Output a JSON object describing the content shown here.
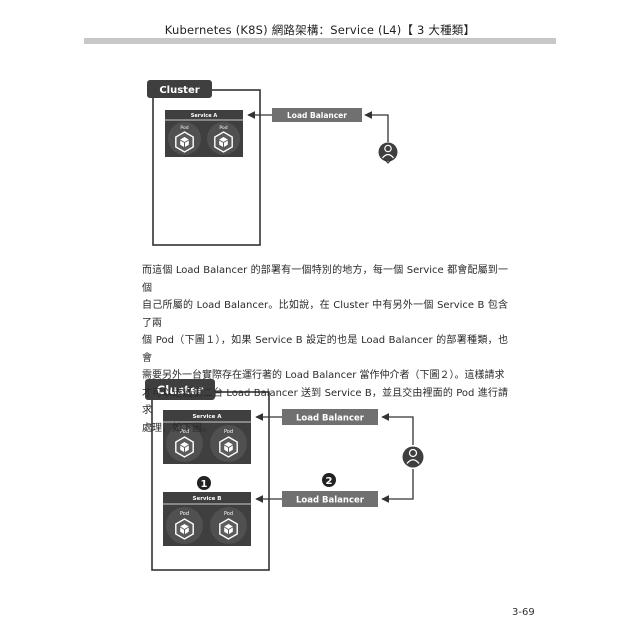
{
  "header": {
    "title": "Kubernetes (K8S) 網路架構：Service (L4)【 3 大種類】"
  },
  "diagram1": {
    "cluster_label": "Cluster",
    "service_label": "Service A",
    "pod_label_1": "Pod",
    "pod_label_2": "Pod",
    "load_balancer_label": "Load Balancer"
  },
  "paragraph": {
    "lines": [
      "而這個 Load Balancer 的部署有一個特別的地方，每一個 Service 都會配屬到一個",
      "自己所屬的 Load Balancer。比如說，在 Cluster 中有另外一個 Service B 包含了兩",
      "個 Pod（下圖１），如果 Service B 設定的也是 Load Balancer 的部署種類，也會",
      "需要另外一台實際存在運行著的 Load Balancer 當作仲介者（下圖２）。這樣請求",
      "才可以透過第二台 Load Balancer 送到 Service B，並且交由裡面的 Pod 進行請求",
      "處理，如下圖。"
    ]
  },
  "diagram2": {
    "cluster_label": "Cluster",
    "service_a_label": "Service A",
    "service_b_label": "Service B",
    "pod_label_a1": "Pod",
    "pod_label_a2": "Pod",
    "pod_label_b1": "Pod",
    "pod_label_b2": "Pod",
    "load_balancer_1_label": "Load Balancer",
    "load_balancer_2_label": "Load Balancer",
    "marker_1": "1",
    "marker_2": "2"
  },
  "footer": {
    "page_number": "3-69"
  },
  "colors": {
    "dark": "#3f3f3f",
    "lb_box": "#707070",
    "header_bar": "#c8c8c8",
    "pod_hex": "#5c5c5c"
  },
  "icons": {
    "user": "user-icon",
    "pod": "cube-icon"
  }
}
